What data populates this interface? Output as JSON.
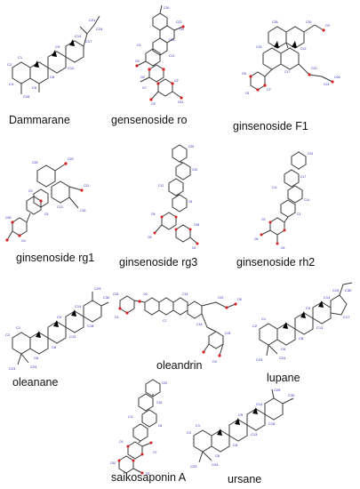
{
  "molecules": [
    {
      "id": "dammarane",
      "label": "Dammarane"
    },
    {
      "id": "gensenoside-ro",
      "label": "gensenoside ro"
    },
    {
      "id": "ginsenoside-f1",
      "label": "ginsenoside F1"
    },
    {
      "id": "ginsenoside-rg1",
      "label": "ginsenoside rg1"
    },
    {
      "id": "ginsenoside-rg3",
      "label": "ginsenoside rg3"
    },
    {
      "id": "ginsenoside-rh2",
      "label": "ginsenoside rh2"
    },
    {
      "id": "oleanane",
      "label": "oleanane"
    },
    {
      "id": "oleandrin",
      "label": "oleandrin"
    },
    {
      "id": "lupane",
      "label": "lupane"
    },
    {
      "id": "saikosaponin-a",
      "label": "saikosaponin A"
    },
    {
      "id": "ursane",
      "label": "ursane"
    }
  ],
  "colors": {
    "bond": "#3a3a3a",
    "oxygen": "#d42020",
    "atom_label": "#2a2ab0",
    "label_text": "#111111"
  }
}
